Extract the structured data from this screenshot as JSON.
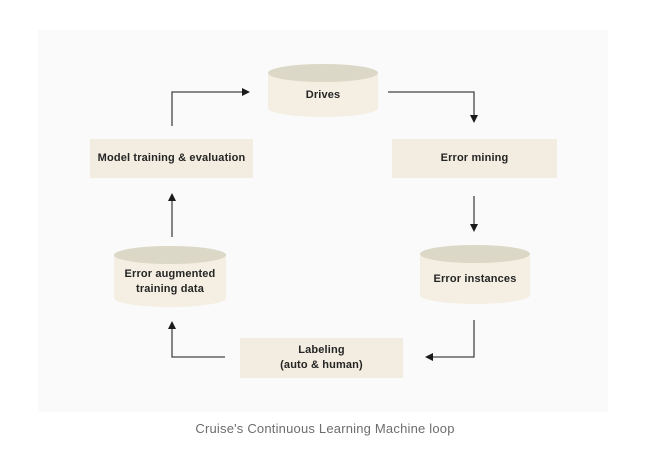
{
  "diagram": {
    "caption": "Cruise's Continuous Learning Machine loop",
    "nodes": {
      "drives": {
        "type": "cylinder",
        "label_lines": [
          "Drives"
        ]
      },
      "error_mining": {
        "type": "rect",
        "label_lines": [
          "Error mining"
        ]
      },
      "error_instances": {
        "type": "cylinder",
        "label_lines": [
          "Error instances"
        ]
      },
      "labeling": {
        "type": "rect",
        "label_lines": [
          "Labeling",
          "(auto & human)"
        ]
      },
      "error_augmented": {
        "type": "cylinder",
        "label_lines": [
          "Error augmented",
          "training data"
        ]
      },
      "model_training": {
        "type": "rect",
        "label_lines": [
          "Model training & evaluation"
        ]
      }
    },
    "flow_order": [
      "drives",
      "error_mining",
      "error_instances",
      "labeling",
      "error_augmented",
      "model_training"
    ]
  },
  "colors": {
    "panel_bg": "#fafafa",
    "rect_fill": "#f2ede0",
    "cyl_body": "#f4efe2",
    "cyl_top": "#dcd8c7",
    "node_text": "#252525",
    "arrow_color": "#454545",
    "arrowhead_color": "#1a1a1a",
    "caption_color": "#6d6d6d"
  }
}
